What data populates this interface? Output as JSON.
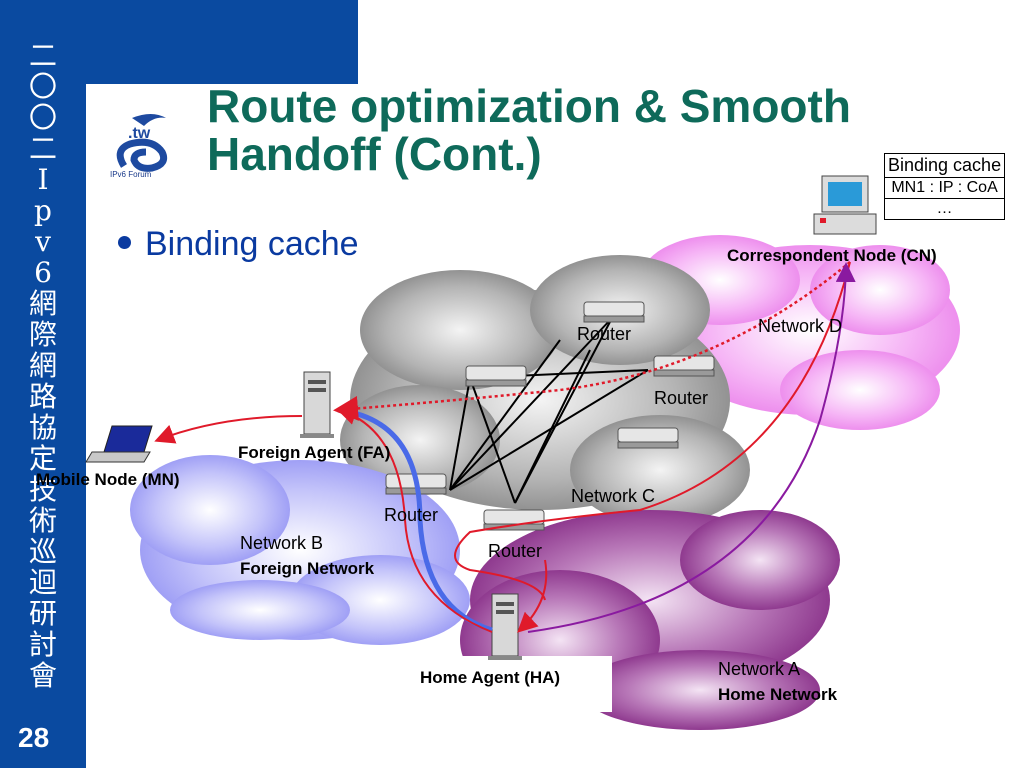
{
  "sidebar": {
    "vertical_title": [
      "二",
      "〇",
      "〇",
      "二",
      "I",
      "p",
      "v",
      "6",
      "網",
      "際",
      "網",
      "路",
      "協",
      "定",
      "技",
      "術",
      "巡",
      "迴",
      "研",
      "討",
      "會"
    ],
    "page_number": "28"
  },
  "logo": {
    "domain_text": ".tw",
    "caption": "IPv6 Forum"
  },
  "slide": {
    "title_line1": "Route optimization & Smooth",
    "title_line2": "Handoff (Cont.)",
    "bullet": "Binding cache"
  },
  "binding_cache": {
    "header": "Binding cache",
    "rows": [
      "MN1 : IP : CoA",
      "…"
    ]
  },
  "nodes": {
    "cn": "Correspondent Node (CN)",
    "fa": "Foreign Agent (FA)",
    "mn": "Mobile Node (MN)",
    "ha": "Home Agent (HA)",
    "routers": [
      "Router",
      "Router",
      "Router",
      "Router"
    ]
  },
  "networks": {
    "d": "Network D",
    "c": "Network C",
    "b": "Network B",
    "b_sub": "Foreign Network",
    "a": "Network A",
    "a_sub": "Home Network"
  },
  "colors": {
    "sidebar": "#0a4aa0",
    "title": "#0e6a5a",
    "bullet": "#0a3aa0",
    "cloud_gray": "#8c8c8c",
    "cloud_pink": "#f08cf0",
    "cloud_blue": "#8c8cf5",
    "cloud_purple": "#8c2a8c",
    "arrow_red": "#e01a2a",
    "arrow_purple": "#8a1aa0"
  }
}
